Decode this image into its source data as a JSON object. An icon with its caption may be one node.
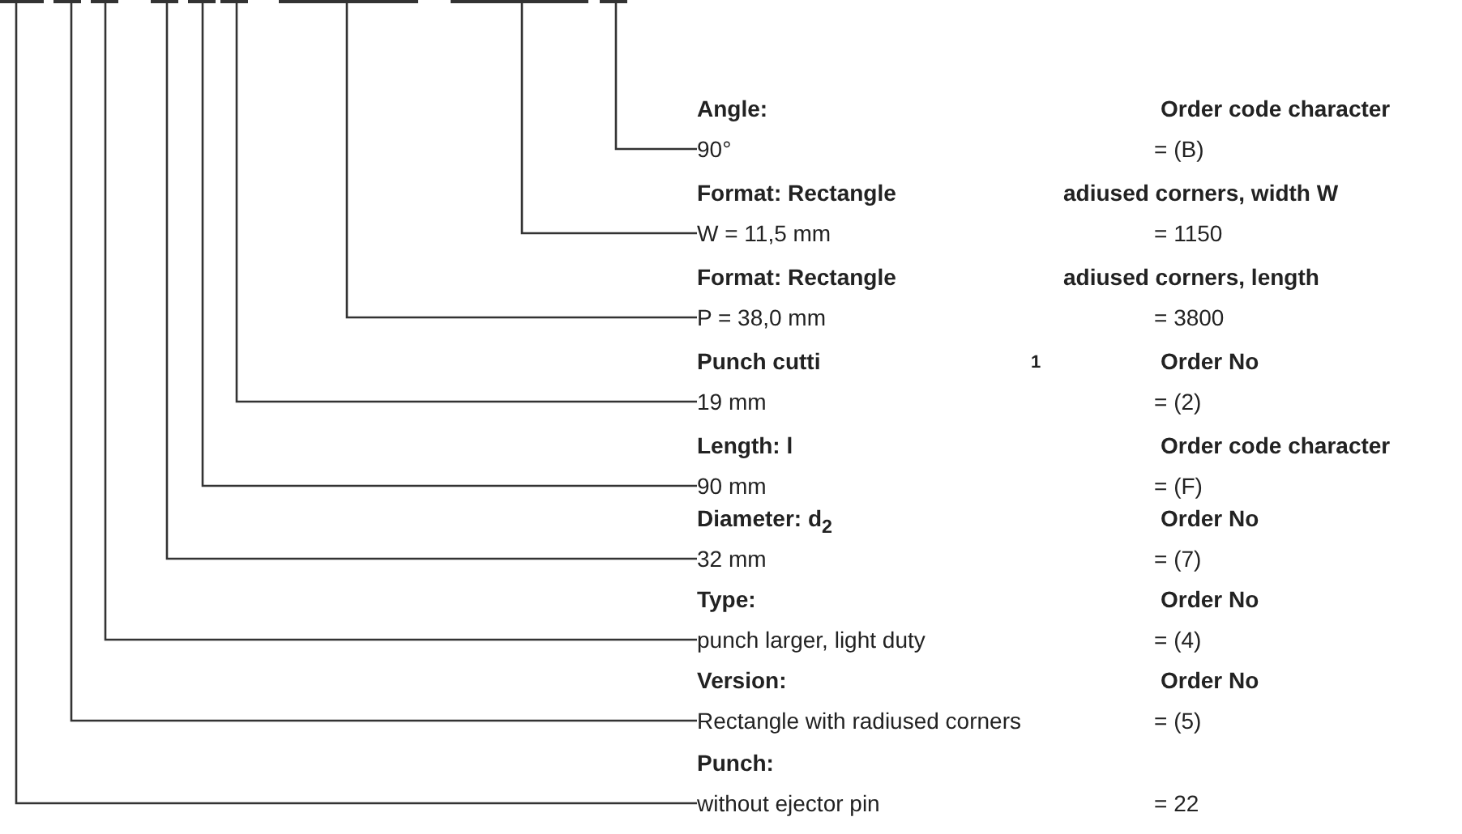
{
  "diagram": {
    "nodes": [
      {
        "text": [],
        "shape": "bar"
      },
      {
        "text": [],
        "shape": "bar"
      },
      {
        "text": [],
        "shape": "bar"
      },
      {
        "text": [],
        "shape": "bar"
      },
      {
        "text": [],
        "shape": "bar"
      },
      {
        "text": [],
        "shape": "bar"
      },
      {
        "text": [],
        "shape": "bar"
      },
      {
        "text": [],
        "shape": "bar"
      },
      {
        "text": [],
        "shape": "bar"
      },
      {
        "text": [
          "Angle:",
          "90°"
        ],
        "beside": [
          "Order code character",
          "= (B)"
        ]
      },
      {
        "text": [
          "Format: Rectangle",
          "W = 11,5 mm"
        ],
        "beside": [
          "adiused corners, width W",
          "= 1150"
        ]
      },
      {
        "text": [
          "Format: Rectangle",
          "P = 38,0 mm"
        ],
        "beside": [
          "adiused corners, length",
          "= 3800"
        ]
      },
      {
        "text": [
          "Punch cutti",
          "19 mm"
        ],
        "beside": [
          "Order No",
          "= (2)"
        ]
      },
      {
        "text": [
          "Length: l",
          "90 mm"
        ],
        "beside": [
          "Order code character",
          "= (F)"
        ]
      },
      {
        "text": [
          "Diameter: d$_{2}$",
          "32 mm"
        ],
        "beside": [
          "Order No",
          "= (7)"
        ]
      },
      {
        "text": [
          "Type:",
          "punch larger, light duty"
        ],
        "beside": [
          "Order No",
          "= (4)"
        ]
      },
      {
        "text": [
          "Version:",
          "Rectangle with radiused corners"
        ],
        "beside": [
          "Order No",
          "= (5)"
        ]
      },
      {
        "text": [
          "Punch:",
          "without ejector pin"
        ],
        "beside": [
          "= 22"
        ]
      }
    ],
    "edges": [
      {
        "from": 9,
        "to": 8,
        "arrow": "none"
      },
      {
        "from": 10,
        "to": 7,
        "arrow": "none"
      },
      {
        "from": 11,
        "to": 6,
        "arrow": "none"
      },
      {
        "from": 12,
        "to": 5,
        "arrow": "none"
      },
      {
        "from": 13,
        "to": 4,
        "arrow": "none"
      },
      {
        "from": 14,
        "to": 3,
        "arrow": "none"
      },
      {
        "from": 15,
        "to": 2,
        "arrow": "none"
      },
      {
        "from": 16,
        "to": 1,
        "arrow": "none"
      },
      {
        "from": 17,
        "to": 0,
        "arrow": "none"
      }
    ],
    "labels": [
      "1"
    ]
  }
}
